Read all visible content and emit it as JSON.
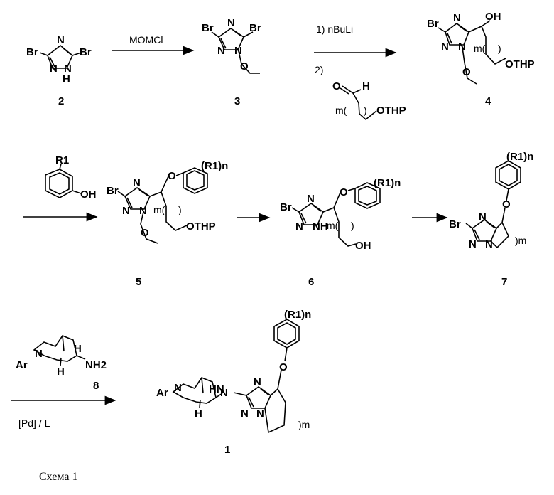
{
  "arrows": [
    {
      "top_label": "MOMCl",
      "bottom_label": ""
    },
    {
      "top_label": "1) nBuLi",
      "bottom_label": "2)"
    },
    {
      "top_label": "",
      "bottom_label": ""
    },
    {
      "top_label": "",
      "bottom_label": ""
    },
    {
      "top_label": "",
      "bottom_label": ""
    },
    {
      "top_label": "",
      "bottom_label": "[Pd] / L"
    }
  ],
  "compounds": [
    "2",
    "3",
    "4",
    "5",
    "6",
    "7",
    "8",
    "1"
  ],
  "atoms": {
    "Br": "Br",
    "N": "N",
    "H": "H",
    "NH": "NH",
    "HN": "HN",
    "O": "O",
    "OH": "OH",
    "HO": "H",
    "OTHP": "OTHP",
    "Ar": "Ar",
    "NH2": "NH2",
    "R1": "R1",
    "R1n": "(R1)n",
    "m_paren": "m(",
    "close_m": ")m",
    "aldehyde_m": "m("
  },
  "caption": "Схема 1"
}
